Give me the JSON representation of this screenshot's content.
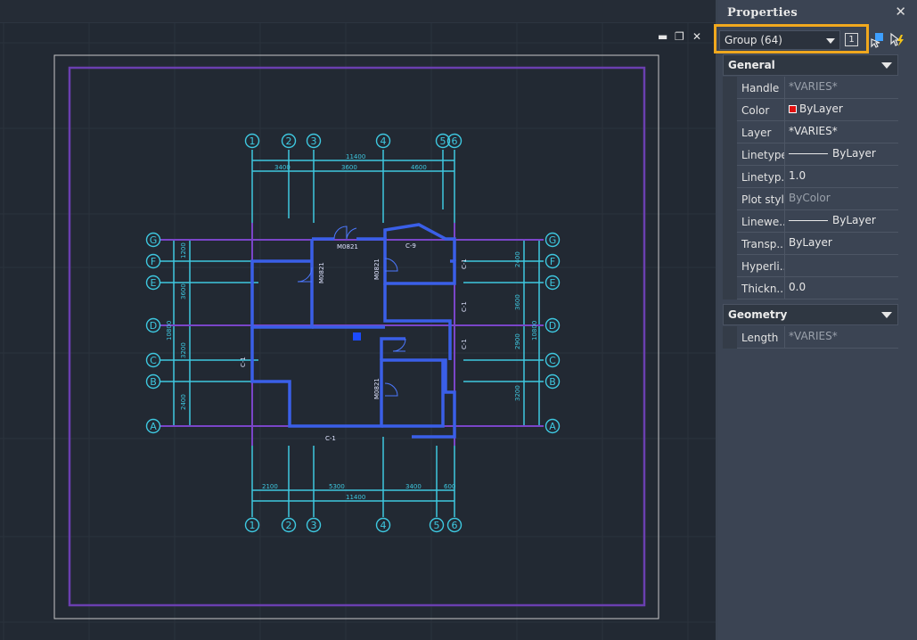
{
  "panel": {
    "title": "Properties",
    "selection": "Group (64)",
    "quick_select_label": "1",
    "sections": {
      "general": "General",
      "geometry": "Geometry"
    },
    "general_rows": [
      {
        "name": "Handle",
        "value": "*VARIES*",
        "dim": true
      },
      {
        "name": "Color",
        "value": "ByLayer",
        "swatch": "#e01010"
      },
      {
        "name": "Layer",
        "value": "*VARIES*"
      },
      {
        "name": "Linetype",
        "value": "ByLayer",
        "line": true
      },
      {
        "name": "Linetyp...",
        "value": "1.0"
      },
      {
        "name": "Plot style",
        "value": "ByColor",
        "dim": true
      },
      {
        "name": "Linewe...",
        "value": "ByLayer",
        "line": true
      },
      {
        "name": "Transp...",
        "value": "ByLayer"
      },
      {
        "name": "Hyperli...",
        "value": ""
      },
      {
        "name": "Thickn...",
        "value": "0.0"
      }
    ],
    "geometry_rows": [
      {
        "name": "Length",
        "value": "*VARIES*",
        "dim": true
      }
    ]
  },
  "viewport_controls": {
    "minimize": "▬",
    "restore": "❐",
    "close": "✕"
  },
  "drawing": {
    "grid_top_labels": [
      "1",
      "2",
      "3",
      "4",
      "5",
      "6"
    ],
    "grid_side_labels": [
      "G",
      "F",
      "E",
      "D",
      "C",
      "B",
      "A"
    ],
    "top_dims": {
      "total": "11400",
      "parts": [
        "3400",
        "3600",
        "4600"
      ]
    },
    "bottom_dims": {
      "total": "11400",
      "parts": [
        "2100",
        "5300",
        "3400",
        "600"
      ]
    },
    "left_dims": {
      "total": "10800",
      "parts": [
        "1200",
        "3600",
        "3200",
        "2400"
      ]
    },
    "right_dims": {
      "total": "10800",
      "parts": [
        "2400",
        "3600",
        "2900",
        "3200"
      ]
    },
    "tags": [
      "M0821",
      "C-9",
      "M0821",
      "M0821",
      "M0821",
      "C-1",
      "C-1",
      "C-1",
      "C-1",
      "C-1"
    ]
  },
  "colors": {
    "accent_highlight": "#f0a81e",
    "grid_cyan": "#3ec8e0",
    "wall_blue": "#3a5fe8",
    "frame_purple": "#6a3fb0"
  }
}
